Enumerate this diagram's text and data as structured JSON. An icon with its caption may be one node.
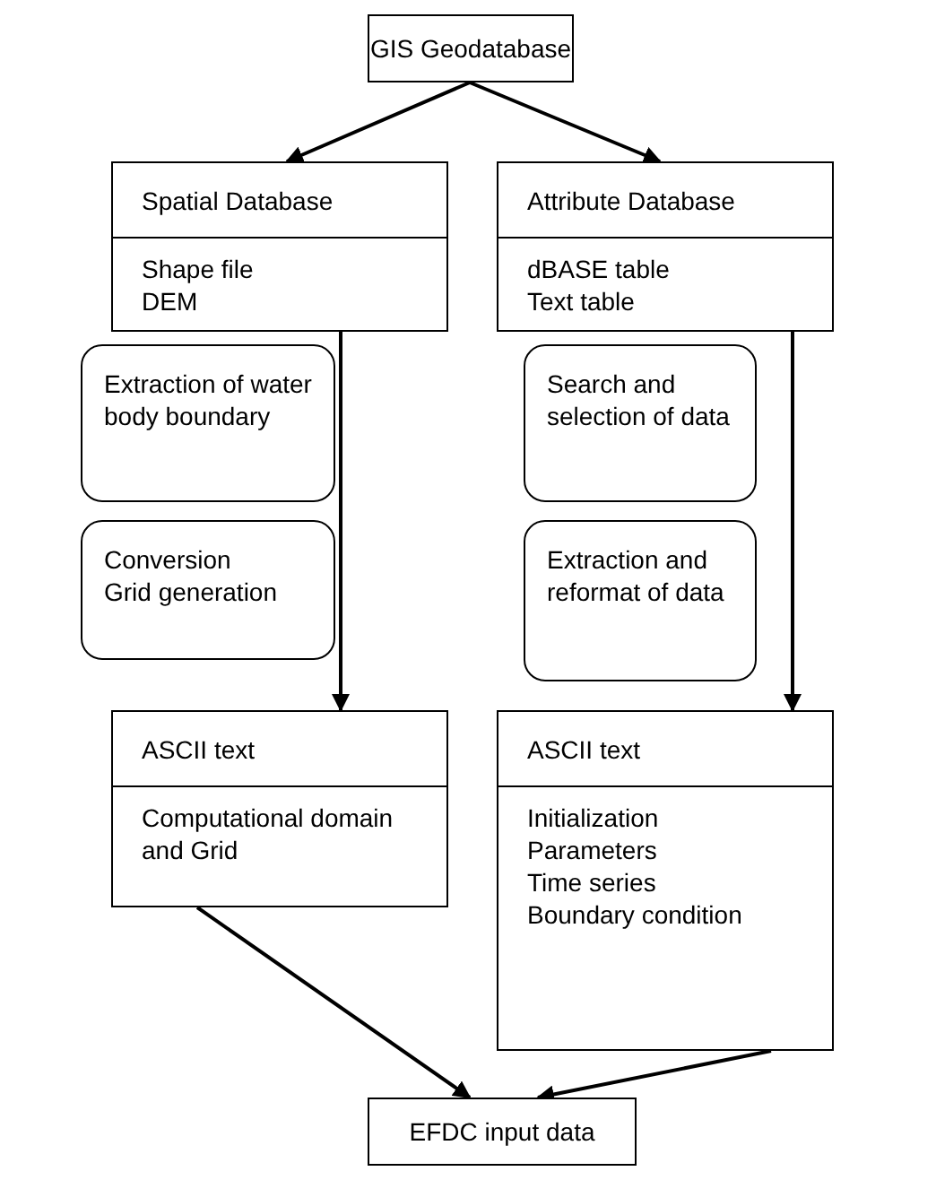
{
  "diagram": {
    "nodes": [
      {
        "text": [
          "GIS Geodatabase"
        ]
      },
      {
        "text": [
          "Spatial Database",
          "Shape file",
          "DEM"
        ]
      },
      {
        "text": [
          "Attribute Database",
          "dBASE table",
          "Text table"
        ]
      },
      {
        "text": [
          "Extraction of water body boundary"
        ]
      },
      {
        "text": [
          "Conversion",
          "Grid generation"
        ]
      },
      {
        "text": [
          "Search and selection of data"
        ]
      },
      {
        "text": [
          "Extraction and reformat of data"
        ]
      },
      {
        "text": [
          "ASCII text",
          "Computational domain and Grid"
        ]
      },
      {
        "text": [
          "ASCII text",
          "Initialization",
          "Parameters",
          "Time series",
          "Boundary condition"
        ]
      },
      {
        "text": [
          "EFDC input data"
        ]
      }
    ],
    "edges": [
      {
        "from": 0,
        "to": 1,
        "arrow": "to"
      },
      {
        "from": 0,
        "to": 2,
        "arrow": "to"
      },
      {
        "from": 1,
        "to": 7,
        "arrow": "to"
      },
      {
        "from": 2,
        "to": 8,
        "arrow": "to"
      },
      {
        "from": 7,
        "to": 9,
        "arrow": "to"
      },
      {
        "from": 8,
        "to": 9,
        "arrow": "to"
      }
    ]
  }
}
